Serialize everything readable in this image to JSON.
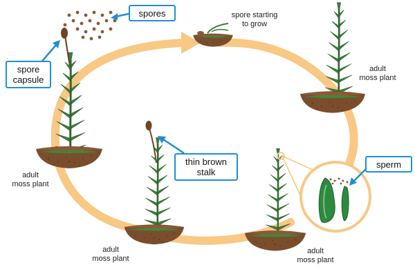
{
  "colors": {
    "cycle_arrow": "#f8c885",
    "callout_border": "#1f8fd6",
    "soil": "#7a4e2d",
    "moss_green": "#3f7d3a",
    "sperm_green": "#2e8a3e",
    "spore_brown": "#8a5a35"
  },
  "callouts": {
    "spores": "spores",
    "spore_capsule_line1": "spore",
    "spore_capsule_line2": "capsule",
    "thin_brown_stalk_line1": "thin brown",
    "thin_brown_stalk_line2": "stalk",
    "sperm": "sperm"
  },
  "labels": {
    "spore_growing_line1": "spore starting",
    "spore_growing_line2": "to grow",
    "adult_top_right_line1": "adult",
    "adult_top_right_line2": "moss plant",
    "adult_left_line1": "adult",
    "adult_left_line2": "moss plant",
    "adult_bottom_center_line1": "adult",
    "adult_bottom_center_line2": "moss plant",
    "adult_bottom_right_line1": "adult",
    "adult_bottom_right_line2": "moss plant"
  },
  "icons": [
    "cycle-arrow-icon",
    "spore-dots-icon",
    "moss-plant-icon",
    "soil-mound-icon",
    "magnifier-circle-icon",
    "sperm-organ-icon"
  ]
}
